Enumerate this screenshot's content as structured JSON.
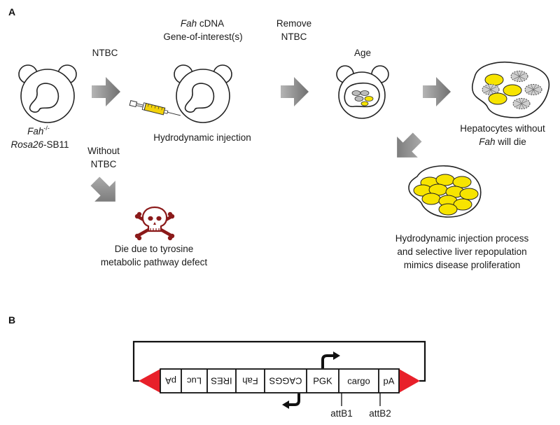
{
  "panel_a": {
    "label": "A",
    "ntbc_label": "NTBC",
    "cdna_label_italic": "Fah",
    "cdna_label_rest": " cDNA",
    "gene_of_interest": "Gene-of-interest(s)",
    "remove_ntbc_line1": "Remove",
    "remove_ntbc_line2": "NTBC",
    "age_label": "Age",
    "mouse_genotype_italic": "Fah",
    "mouse_genotype_sup": "-/-",
    "mouse_strain_italic": "Rosa26",
    "mouse_strain_rest": "-SB11",
    "hydrodynamic_injection": "Hydrodynamic injection",
    "without_ntbc_line1": "Without",
    "without_ntbc_line2": "NTBC",
    "die_line1": "Die due to tyrosine",
    "die_line2": "metabolic pathway defect",
    "hepatocytes_line1": "Hepatocytes without",
    "hepatocytes_line2_italic": "Fah",
    "hepatocytes_line2_rest": " will die",
    "repop_line1": "Hydrodynamic injection process",
    "repop_line2": "and selective liver repopulation",
    "repop_line3": "mimics disease proliferation"
  },
  "panel_b": {
    "label": "B",
    "reverse_segments": [
      "pA",
      "Luc",
      "IRES",
      "Fah",
      "CAGGS"
    ],
    "forward_segments": [
      "PGK",
      "cargo",
      "pA"
    ],
    "attb1": "attB1",
    "attb2": "attB2"
  },
  "colors": {
    "hepatocyte_yellow": "#f7e400",
    "syringe_yellow": "#f3d20a",
    "arrow_gray": "#8f8f8f",
    "terminal_red": "#e8202a",
    "skull_red": "#8b1a1a"
  }
}
